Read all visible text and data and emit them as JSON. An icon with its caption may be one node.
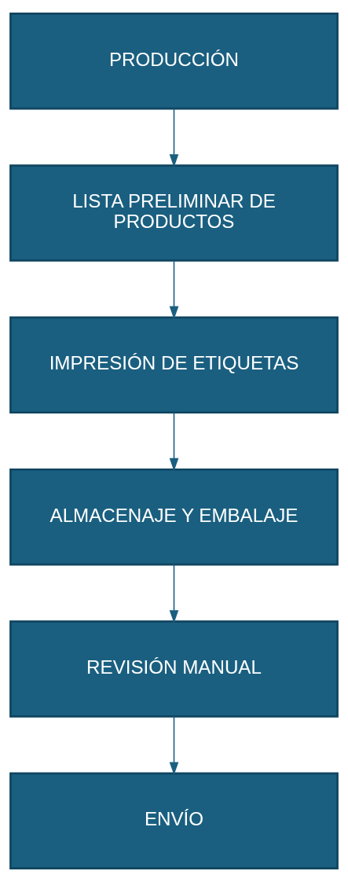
{
  "diagram": {
    "nodes": [
      {
        "text": [
          "PRODUCCIÓN"
        ]
      },
      {
        "text": [
          "LISTA PRELIMINAR DE PRODUCTOS"
        ]
      },
      {
        "text": [
          "IMPRESIÓN DE ETIQUETAS"
        ]
      },
      {
        "text": [
          "ALMACENAJE Y EMBALAJE"
        ]
      },
      {
        "text": [
          "REVISIÓN MANUAL"
        ]
      },
      {
        "text": [
          "ENVÍO"
        ]
      }
    ],
    "edges": [
      {
        "from": 0,
        "to": 1,
        "arrow": "to"
      },
      {
        "from": 1,
        "to": 2,
        "arrow": "to"
      },
      {
        "from": 2,
        "to": 3,
        "arrow": "to"
      },
      {
        "from": 3,
        "to": 4,
        "arrow": "to"
      },
      {
        "from": 4,
        "to": 5,
        "arrow": "to"
      }
    ]
  }
}
